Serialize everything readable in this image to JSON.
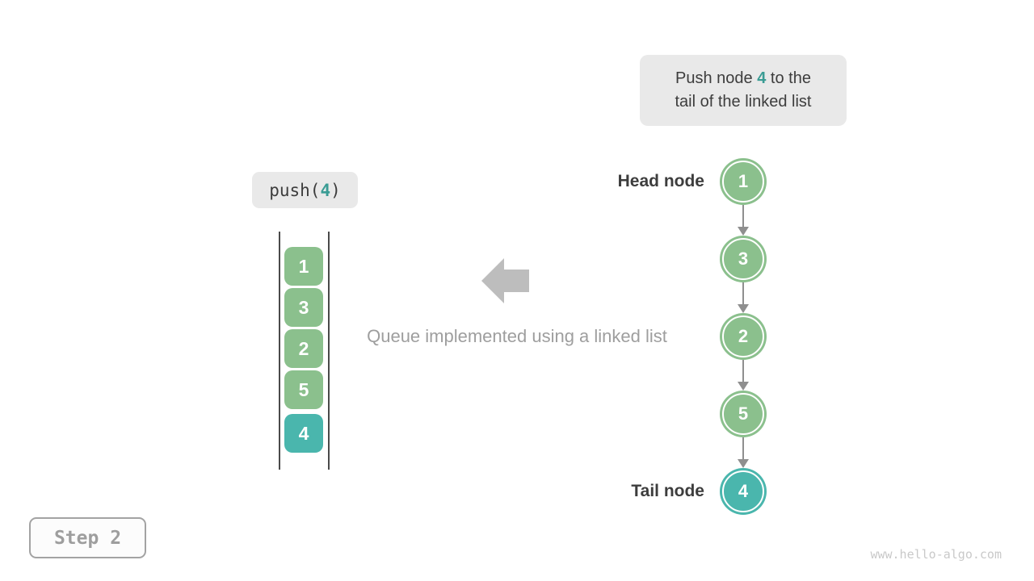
{
  "colors": {
    "green": "#8BC08D",
    "teal": "#4AB6AD",
    "teal-text": "#3A9C94",
    "dark-text": "#3D3D3D",
    "gray-text": "#9E9E9E",
    "box-bg": "#E9E9E9",
    "arrow-gray": "#8F8F8F",
    "big-arrow": "#BDBDBD",
    "line-dark": "#4A4A4A",
    "step-gray": "#9E9E9E",
    "step-border": "#A3A3A3",
    "watermark": "#C9C9C9"
  },
  "callout": {
    "line1_pre": "Push node ",
    "value": "4",
    "line1_post": " to the",
    "line2": "tail of the linked list"
  },
  "push_call": {
    "pre": "push(",
    "value": "4",
    "post": ")"
  },
  "stack": {
    "items": [
      {
        "value": "1",
        "highlight": false
      },
      {
        "value": "3",
        "highlight": false
      },
      {
        "value": "2",
        "highlight": false
      },
      {
        "value": "5",
        "highlight": false
      },
      {
        "value": "4",
        "highlight": true
      }
    ]
  },
  "caption": "Queue implemented using a linked list",
  "linked_list": {
    "head_label": "Head node",
    "tail_label": "Tail node",
    "nodes": [
      {
        "value": "1",
        "highlight": false
      },
      {
        "value": "3",
        "highlight": false
      },
      {
        "value": "2",
        "highlight": false
      },
      {
        "value": "5",
        "highlight": false
      },
      {
        "value": "4",
        "highlight": true
      }
    ]
  },
  "step_badge": "Step 2",
  "watermark": "www.hello-algo.com"
}
